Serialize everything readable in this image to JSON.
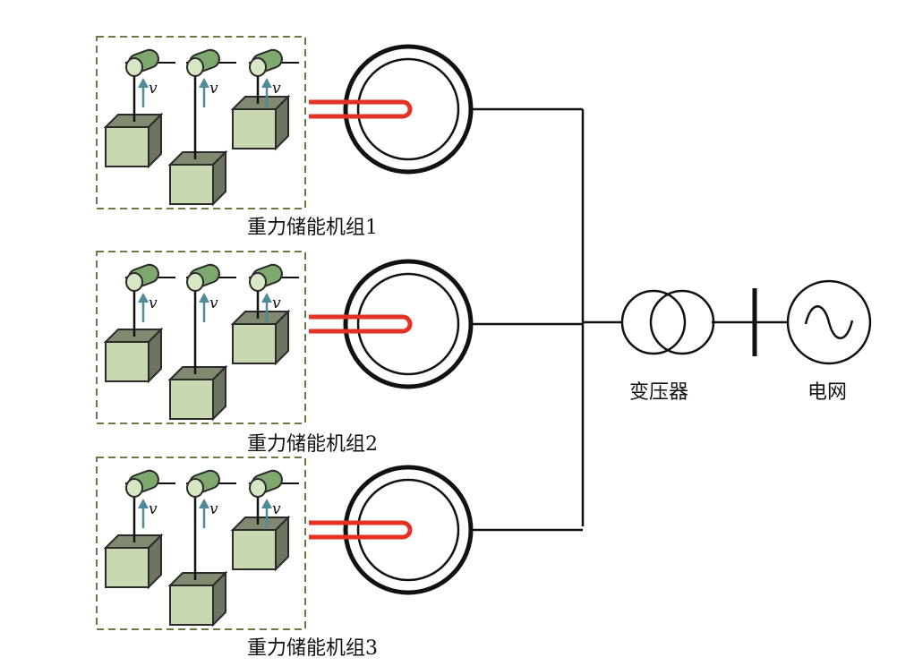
{
  "units": [
    {
      "label": "重力储能机组1"
    },
    {
      "label": "重力储能机组2"
    },
    {
      "label": "重力储能机组3"
    }
  ],
  "velocity_symbol": "v",
  "transformer_label": "变压器",
  "grid_label": "电网",
  "colors": {
    "line": "#111111",
    "box_border": "#6b7a45",
    "block_front": "#c8d8b0",
    "block_top": "#7f8a70",
    "block_side": "#6c7560",
    "block_stroke": "#2b2b2b",
    "drum_fill": "#7fa86f",
    "drum_end": "#d7e7c4",
    "arrow": "#4f8a98",
    "connector": "#e53024"
  }
}
